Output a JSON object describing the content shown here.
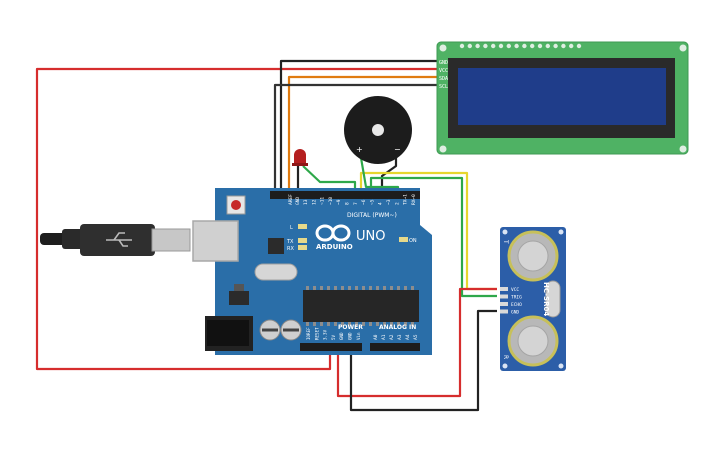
{
  "arduino": {
    "brand": "ARDUINO",
    "model": "UNO",
    "digital_header": "DIGITAL (PWM~)",
    "power_header": "POWER",
    "analog_header": "ANALOG IN",
    "on_led": "ON",
    "led_l": "L",
    "led_tx": "TX",
    "led_rx": "RX",
    "pin_aref": "AREF",
    "pin_gnd": "GND",
    "digital_pins": [
      "13",
      "12",
      "~11",
      "~10",
      "~9",
      "8",
      "7",
      "~6",
      "~5",
      "4",
      "~3",
      "2",
      "TX→1",
      "RX←0"
    ],
    "power_pins": [
      "IOREF",
      "RESET",
      "3.3V",
      "5V",
      "GND",
      "GND",
      "Vin"
    ],
    "analog_pins": [
      "A0",
      "A1",
      "A2",
      "A3",
      "A4",
      "A5"
    ]
  },
  "lcd": {
    "pins": [
      "GND",
      "VCC",
      "SDA",
      "SCL"
    ]
  },
  "ultrasonic": {
    "model": "HC-SR04",
    "pins": [
      "VCC",
      "TRIG",
      "ECHO",
      "GND"
    ],
    "left_mark": "T",
    "right_mark": "R"
  },
  "buzzer": {
    "plus": "+",
    "minus": "−"
  },
  "colors": {
    "board": "#2a6ea8",
    "wire_red": "#d62d2d",
    "wire_black": "#222222",
    "wire_orange": "#e07b10",
    "wire_yellow": "#e6d62e",
    "wire_green": "#2ea84a",
    "lcd_pcb": "#4fb264",
    "lcd_screen": "#1f3d8a",
    "sensor_pcb": "#2c5ea8",
    "led": "#b51f1f"
  }
}
